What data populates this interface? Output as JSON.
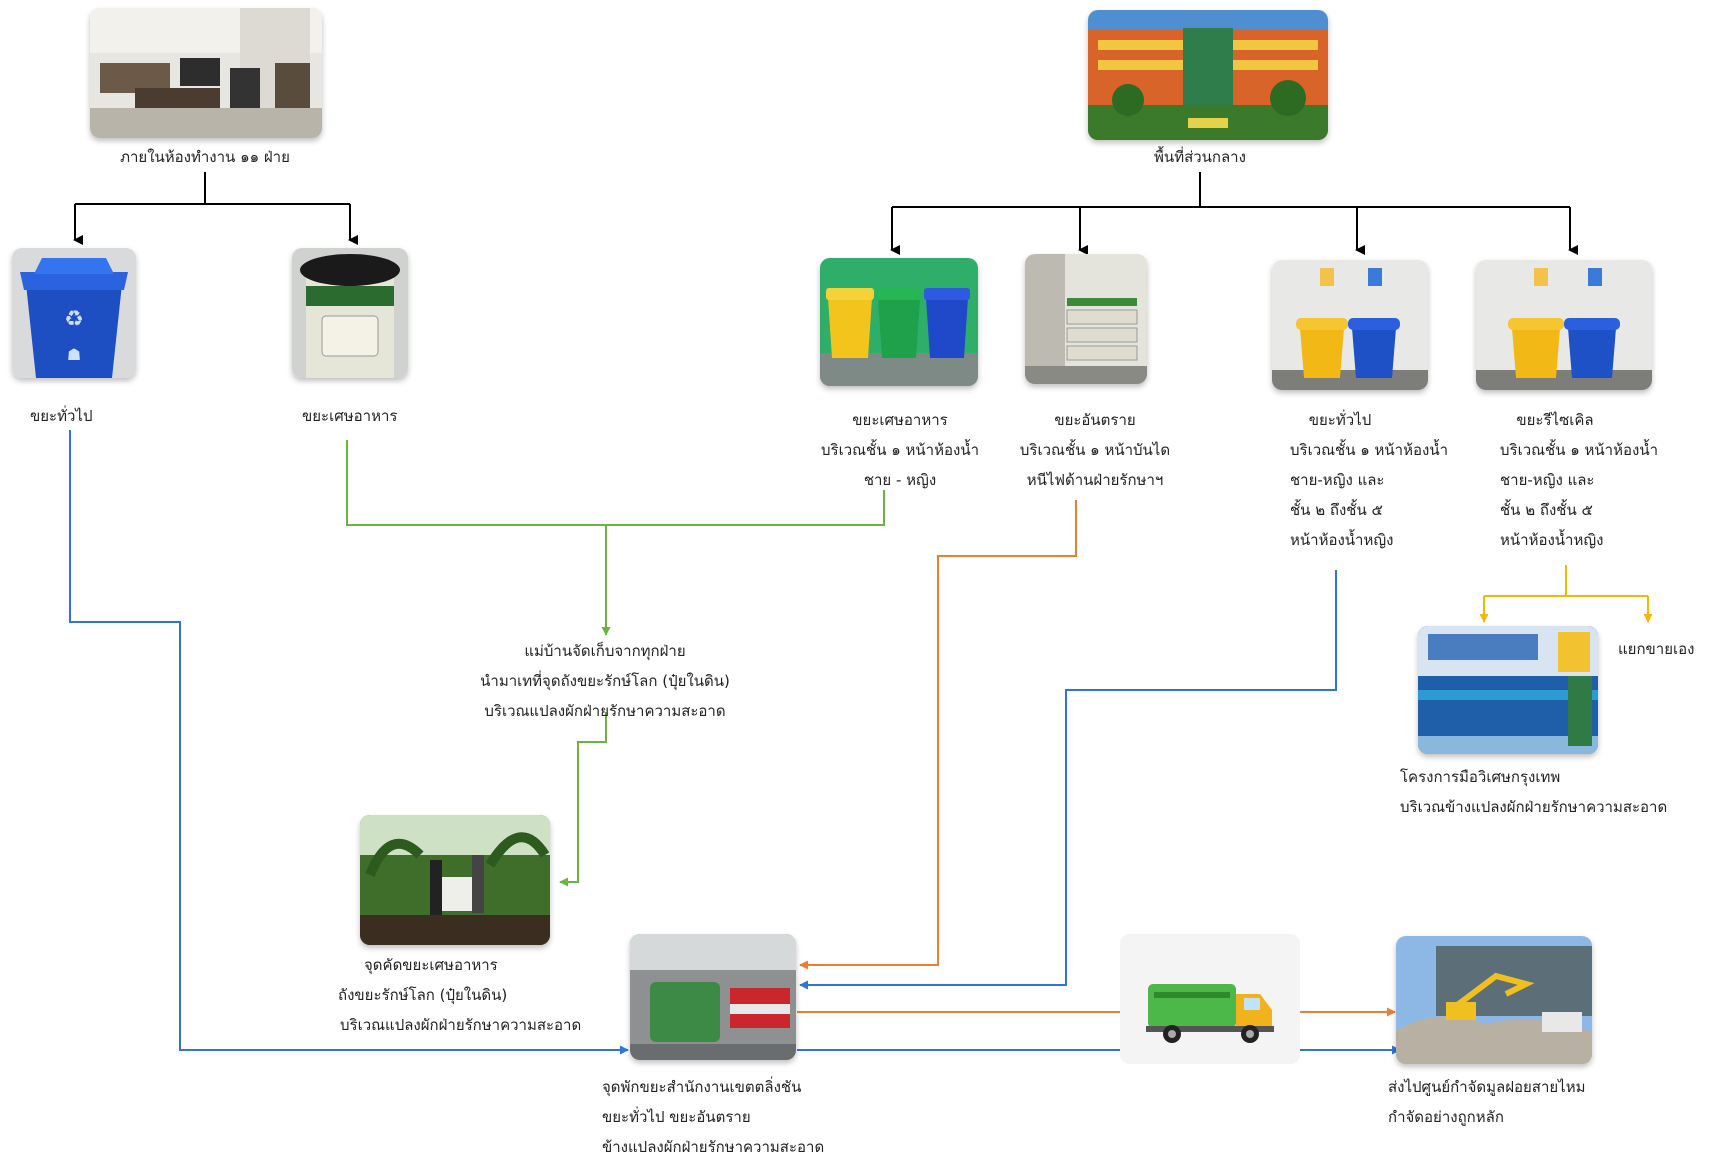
{
  "nodes": {
    "office": {
      "label": "ภายในห้องทำงาน ๑๑ ฝ่าย"
    },
    "common_area": {
      "label": "พื้นที่ส่วนกลาง"
    },
    "bin_general": {
      "label": "ขยะทั่วไป"
    },
    "bin_food": {
      "label": "ขยะเศษอาหาร"
    },
    "central_food": {
      "lines": [
        "ขยะเศษอาหาร",
        "บริเวณชั้น ๑ หน้าห้องน้ำ",
        "ชาย - หญิง"
      ]
    },
    "central_hazard": {
      "lines": [
        "ขยะอันตราย",
        "บริเวณชั้น ๑ หน้าบันได",
        "หนีไฟด้านฝ่ายรักษาฯ"
      ]
    },
    "central_general": {
      "lines": [
        "ขยะทั่วไป",
        "บริเวณชั้น ๑ หน้าห้องน้ำ",
        "ชาย-หญิง และ",
        "ชั้น ๒ ถึงชั้น ๕",
        "หน้าห้องน้ำหญิง"
      ]
    },
    "central_recycle": {
      "lines": [
        "ขยะรีไซเคิล",
        "บริเวณชั้น ๑ หน้าห้องน้ำ",
        "ชาย-หญิง และ",
        "ชั้น ๒ ถึงชั้น ๕",
        "หน้าห้องน้ำหญิง"
      ]
    },
    "housekeeper": {
      "lines": [
        "แม่บ้านจัดเก็บจากทุกฝ่าย",
        "นำมาเทที่จุดถังขยะรักษ์โลก (ปุ๋ยในดิน)",
        "บริเวณแปลงผักฝ่ายรักษาความสะอาด"
      ]
    },
    "food_point": {
      "lines": [
        "จุดคัดขยะเศษอาหาร",
        "ถังขยะรักษ์โลก (ปุ๋ยในดิน)",
        "บริเวณแปลงผักฝ่ายรักษาความสะอาด"
      ]
    },
    "bank_project": {
      "lines": [
        "โครงการมือวิเศษกรุงเทพ",
        "บริเวณข้างแปลงผักฝ่ายรักษาความสะอาด"
      ]
    },
    "sell_self": {
      "label": "แยกขายเอง"
    },
    "collection_point": {
      "lines": [
        "จุดพักขยะสำนักงานเขตตลิ่งชัน",
        "ขยะทั่วไป ขยะอันตราย",
        "ข้างแปลงผักฝ่ายรักษาความสะอาด"
      ]
    },
    "disposal_center": {
      "lines": [
        "ส่งไปศูนย์กำจัดมูลฝอยสายไหม",
        "กำจัดอย่างถูกหลัก"
      ]
    }
  },
  "colors": {
    "black": "#000000",
    "green": "#6db33f",
    "orange": "#ed7d31",
    "blue": "#2e75d6",
    "yellow": "#f5b800"
  }
}
